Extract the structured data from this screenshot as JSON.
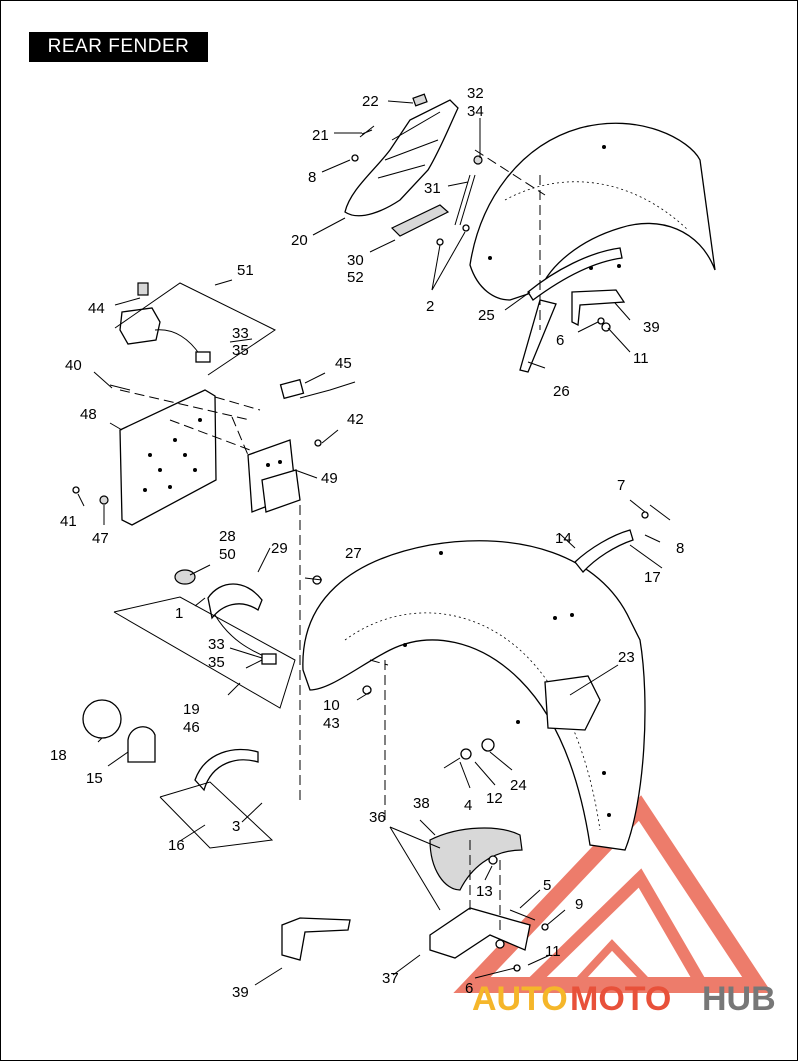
{
  "title": "REAR FENDER",
  "callouts": [
    {
      "id": "c22",
      "text": "22"
    },
    {
      "id": "c32",
      "text": "32"
    },
    {
      "id": "c34",
      "text": "34"
    },
    {
      "id": "c21",
      "text": "21"
    },
    {
      "id": "c8a",
      "text": "8"
    },
    {
      "id": "c31",
      "text": "31"
    },
    {
      "id": "c20",
      "text": "20"
    },
    {
      "id": "c30",
      "text": "30"
    },
    {
      "id": "c52",
      "text": "52"
    },
    {
      "id": "c2",
      "text": "2"
    },
    {
      "id": "c51",
      "text": "51"
    },
    {
      "id": "c44",
      "text": "44"
    },
    {
      "id": "c33a",
      "text": "33"
    },
    {
      "id": "c35a",
      "text": "35"
    },
    {
      "id": "c25",
      "text": "25"
    },
    {
      "id": "c39a",
      "text": "39"
    },
    {
      "id": "c6a",
      "text": "6"
    },
    {
      "id": "c11a",
      "text": "11"
    },
    {
      "id": "c26",
      "text": "26"
    },
    {
      "id": "c40",
      "text": "40"
    },
    {
      "id": "c45",
      "text": "45"
    },
    {
      "id": "c48",
      "text": "48"
    },
    {
      "id": "c42",
      "text": "42"
    },
    {
      "id": "c49",
      "text": "49"
    },
    {
      "id": "c41",
      "text": "41"
    },
    {
      "id": "c47",
      "text": "47"
    },
    {
      "id": "c7",
      "text": "7"
    },
    {
      "id": "c8b",
      "text": "8"
    },
    {
      "id": "c14",
      "text": "14"
    },
    {
      "id": "c17",
      "text": "17"
    },
    {
      "id": "c28",
      "text": "28"
    },
    {
      "id": "c50",
      "text": "50"
    },
    {
      "id": "c29",
      "text": "29"
    },
    {
      "id": "c27",
      "text": "27"
    },
    {
      "id": "c1",
      "text": "1"
    },
    {
      "id": "c33b",
      "text": "33"
    },
    {
      "id": "c35b",
      "text": "35"
    },
    {
      "id": "c23",
      "text": "23"
    },
    {
      "id": "c19",
      "text": "19"
    },
    {
      "id": "c46",
      "text": "46"
    },
    {
      "id": "c10",
      "text": "10"
    },
    {
      "id": "c43",
      "text": "43"
    },
    {
      "id": "c18",
      "text": "18"
    },
    {
      "id": "c15",
      "text": "15"
    },
    {
      "id": "c24",
      "text": "24"
    },
    {
      "id": "c12",
      "text": "12"
    },
    {
      "id": "c4",
      "text": "4"
    },
    {
      "id": "c3",
      "text": "3"
    },
    {
      "id": "c16",
      "text": "16"
    },
    {
      "id": "c38",
      "text": "38"
    },
    {
      "id": "c36",
      "text": "36"
    },
    {
      "id": "c13",
      "text": "13"
    },
    {
      "id": "c5",
      "text": "5"
    },
    {
      "id": "c9",
      "text": "9"
    },
    {
      "id": "c11b",
      "text": "11"
    },
    {
      "id": "c39b",
      "text": "39"
    },
    {
      "id": "c37",
      "text": "37"
    },
    {
      "id": "c6b",
      "text": "6"
    }
  ],
  "watermark": {
    "auto": "AUTO",
    "moto": "MOTO",
    "hub": "HUB",
    "color_primary": "#e8513a",
    "color_secondary": "#f5b62a",
    "color_hub": "#777777"
  }
}
